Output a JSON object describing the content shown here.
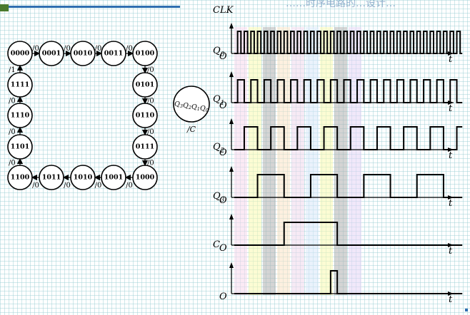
{
  "header": {
    "title_fragment": "……时序电路的…设计…"
  },
  "state_diagram": {
    "states": [
      "0000",
      "0001",
      "0010",
      "0011",
      "0100",
      "0101",
      "0110",
      "0111",
      "1000",
      "1001",
      "1010",
      "1011",
      "1100",
      "1101",
      "1110",
      "1111"
    ],
    "transitions": [
      {
        "from": "0000",
        "to": "0001",
        "label": "/0"
      },
      {
        "from": "0001",
        "to": "0010",
        "label": "/0"
      },
      {
        "from": "0010",
        "to": "0011",
        "label": "/0"
      },
      {
        "from": "0011",
        "to": "0100",
        "label": "/0"
      },
      {
        "from": "0100",
        "to": "0101",
        "label": "/0"
      },
      {
        "from": "0101",
        "to": "0110",
        "label": "/0"
      },
      {
        "from": "0110",
        "to": "0111",
        "label": "/0"
      },
      {
        "from": "0111",
        "to": "1000",
        "label": "/0"
      },
      {
        "from": "1000",
        "to": "1001",
        "label": "/0"
      },
      {
        "from": "1001",
        "to": "1010",
        "label": "/0"
      },
      {
        "from": "1010",
        "to": "1011",
        "label": "/0"
      },
      {
        "from": "1011",
        "to": "1100",
        "label": "/0"
      },
      {
        "from": "1100",
        "to": "1101",
        "label": "/0"
      },
      {
        "from": "1101",
        "to": "1110",
        "label": "/0"
      },
      {
        "from": "1110",
        "to": "1111",
        "label": "/0"
      },
      {
        "from": "1111",
        "to": "0000",
        "label": "/1"
      }
    ],
    "legend": {
      "Q": "Q",
      "subs": [
        "3",
        "2",
        "1",
        "0"
      ],
      "output": "/C"
    }
  },
  "timing_diagram": {
    "t_label": "t",
    "origin_label": "O",
    "signals": [
      {
        "id": "clk",
        "name": "CLK",
        "sub": "",
        "levels": [
          0,
          1,
          0,
          1,
          0,
          1,
          0,
          1,
          0,
          1,
          0,
          1,
          0,
          1,
          0,
          1,
          0,
          1,
          0,
          1,
          0,
          1,
          0,
          1,
          0,
          1,
          0,
          1,
          0,
          1,
          0,
          1,
          0,
          1,
          0,
          1,
          0,
          1,
          0,
          1,
          0,
          1,
          0,
          1,
          0,
          1,
          0,
          1,
          0,
          1,
          0,
          1,
          0,
          1,
          0,
          1,
          0,
          1,
          0,
          1,
          0,
          1,
          0,
          1,
          0,
          1,
          0,
          1,
          0
        ]
      },
      {
        "id": "q0",
        "name": "Q",
        "sub": "0",
        "levels": [
          0,
          1,
          1,
          0,
          0,
          1,
          1,
          0,
          0,
          1,
          1,
          0,
          0,
          1,
          1,
          0,
          0,
          1,
          1,
          0,
          0,
          1,
          1,
          0,
          0,
          1,
          1,
          0,
          0,
          1,
          1,
          0,
          0,
          1,
          1,
          0,
          0,
          1,
          1,
          0,
          0,
          1,
          1,
          0,
          0,
          1,
          1,
          0,
          0,
          1,
          1,
          0,
          0,
          1,
          1,
          0,
          0,
          1,
          1,
          0,
          0,
          1,
          1,
          0,
          0,
          1,
          1,
          0,
          0
        ]
      },
      {
        "id": "q1",
        "name": "Q",
        "sub": "1",
        "levels": [
          0,
          0,
          0,
          1,
          1,
          1,
          1,
          0,
          0,
          0,
          0,
          1,
          1,
          1,
          1,
          0,
          0,
          0,
          0,
          1,
          1,
          1,
          1,
          0,
          0,
          0,
          0,
          1,
          1,
          1,
          1,
          0,
          0,
          0,
          0,
          1,
          1,
          1,
          1,
          0,
          0,
          0,
          0,
          1,
          1,
          1,
          1,
          0,
          0,
          0,
          0,
          1,
          1,
          1,
          1,
          0,
          0,
          0,
          0,
          1,
          1,
          1,
          1,
          0,
          0,
          0,
          0,
          1,
          1
        ]
      },
      {
        "id": "q2",
        "name": "Q",
        "sub": "2",
        "levels": [
          0,
          0,
          0,
          0,
          0,
          0,
          0,
          1,
          1,
          1,
          1,
          1,
          1,
          1,
          1,
          0,
          0,
          0,
          0,
          0,
          0,
          0,
          0,
          1,
          1,
          1,
          1,
          1,
          1,
          1,
          1,
          0,
          0,
          0,
          0,
          0,
          0,
          0,
          0,
          1,
          1,
          1,
          1,
          1,
          1,
          1,
          1,
          0,
          0,
          0,
          0,
          0,
          0,
          0,
          0,
          1,
          1,
          1,
          1,
          1,
          1,
          1,
          1,
          0,
          0,
          0,
          0,
          0,
          0
        ]
      },
      {
        "id": "q3",
        "name": "Q",
        "sub": "3",
        "levels": [
          0,
          0,
          0,
          0,
          0,
          0,
          0,
          0,
          0,
          0,
          0,
          0,
          0,
          0,
          0,
          1,
          1,
          1,
          1,
          1,
          1,
          1,
          1,
          1,
          1,
          1,
          1,
          1,
          1,
          1,
          1,
          0,
          0,
          0,
          0,
          0,
          0,
          0,
          0,
          0,
          0,
          0,
          0,
          0,
          0,
          0,
          0,
          0,
          0,
          0,
          0,
          0,
          0,
          0,
          0,
          0,
          0,
          0,
          0,
          0,
          0,
          0,
          0,
          0,
          0,
          0,
          0,
          0,
          0
        ]
      },
      {
        "id": "c",
        "name": "C",
        "sub": "",
        "levels": [
          0,
          0,
          0,
          0,
          0,
          0,
          0,
          0,
          0,
          0,
          0,
          0,
          0,
          0,
          0,
          0,
          0,
          0,
          0,
          0,
          0,
          0,
          0,
          0,
          0,
          0,
          0,
          0,
          0,
          1,
          1,
          0,
          0,
          0,
          0,
          0,
          0,
          0,
          0,
          0,
          0,
          0,
          0,
          0,
          0,
          0,
          0,
          0,
          0,
          0,
          0,
          0,
          0,
          0,
          0,
          0,
          0,
          0,
          0,
          0,
          0,
          0,
          0,
          0,
          0,
          0,
          0,
          0,
          0
        ]
      }
    ],
    "highlight_colors": [
      "#f8d8ec",
      "#fafab0",
      "#b0b0b0",
      "#fbe3c6",
      "#f0d8ec",
      "#d8e8fa",
      "#fafab0",
      "#b0b0b0",
      "#e6d6f6"
    ]
  }
}
